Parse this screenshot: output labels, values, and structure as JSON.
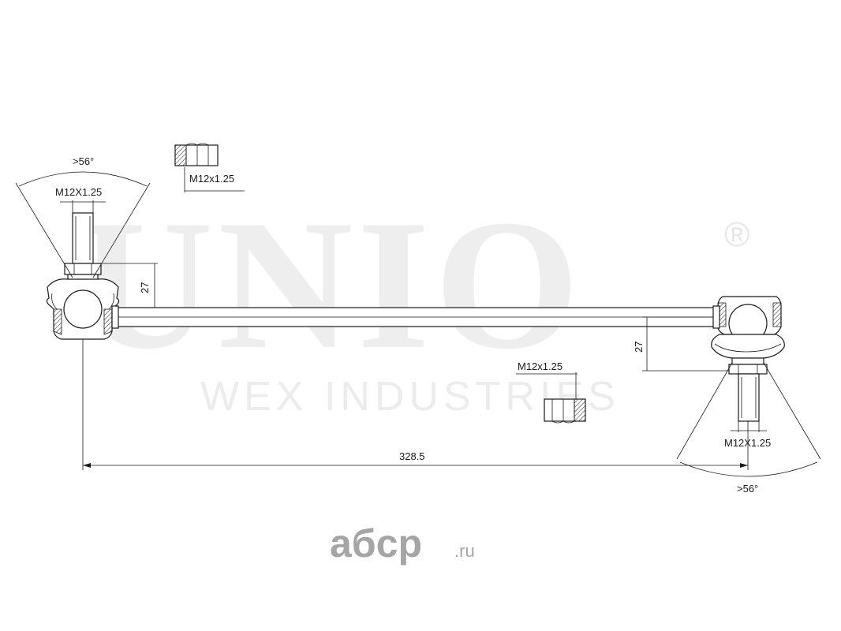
{
  "watermark": {
    "brand": "UNIO",
    "registered": "®",
    "tagline": "WEX INDUSTRIES"
  },
  "dimensions": {
    "left_angle": ">56°",
    "left_thread": "M12X1.25",
    "left_height": "27",
    "top_nut_thread": "M12x1.25",
    "bottom_nut_thread": "M12x1.25",
    "right_height": "27",
    "right_thread": "M12X1.25",
    "right_angle": ">56°",
    "length": "328.5"
  },
  "logo": {
    "text": "aбcp",
    "suffix": ".ru"
  },
  "colors": {
    "line": "#1a1a1a",
    "watermark": "#eeeeee",
    "logo": "#a5a5a5"
  }
}
